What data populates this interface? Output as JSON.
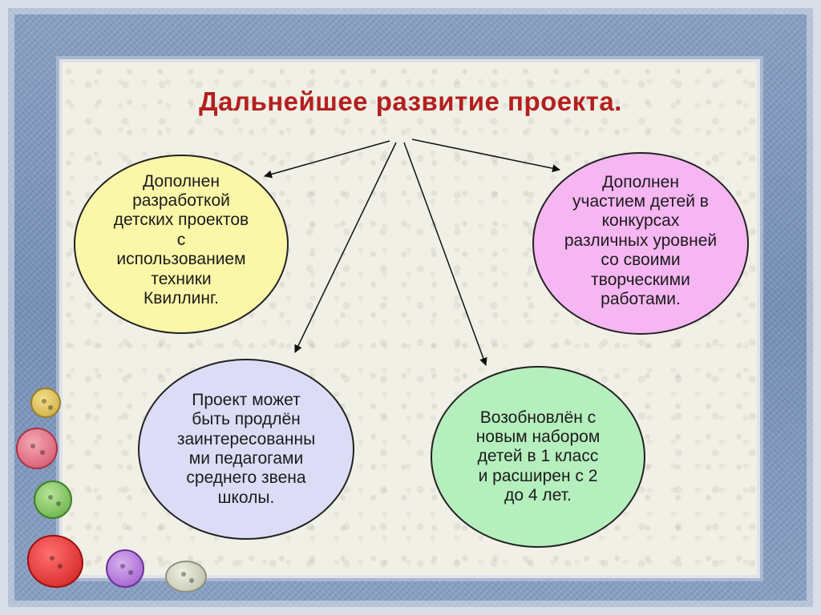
{
  "title": "Дальнейшее развитие проекта.",
  "nodes": {
    "top_left": "Дополнен\nразработкой\nдетских проектов\nс\nиспользованием\nтехники\nКвиллинг.",
    "top_right": "Дополнен\nучастием детей в\nконкурсах\nразличных уровней\nсо своими\nтворческими\nработами.",
    "bottom_left": "Проект может\nбыть продлён\nзаинтересованны\nми педагогами\nсреднего звена\nшколы.",
    "bottom_right": "Возобновлён с\nновым набором\nдетей в 1 класс\nи расширен с 2\nдо 4 лет."
  },
  "colors": {
    "title": "#b3201f",
    "top_left_fill": "#fbf7a8",
    "top_right_fill": "#f6b6f2",
    "bottom_left_fill": "#dcdcf6",
    "bottom_right_fill": "#b5efbd",
    "frame": "#7d95b8"
  }
}
